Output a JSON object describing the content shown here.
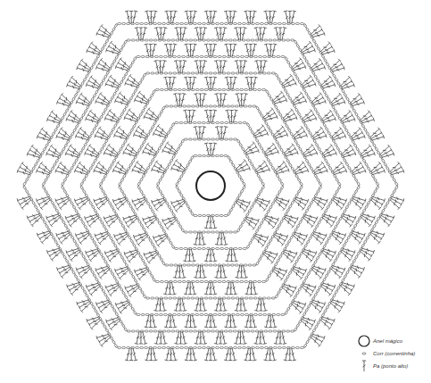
{
  "diagram": {
    "legend": [
      {
        "text": "Anel mágico"
      },
      {
        "text": "Corr (correntinha)"
      },
      {
        "text": "Pa (ponto alto)"
      }
    ]
  }
}
